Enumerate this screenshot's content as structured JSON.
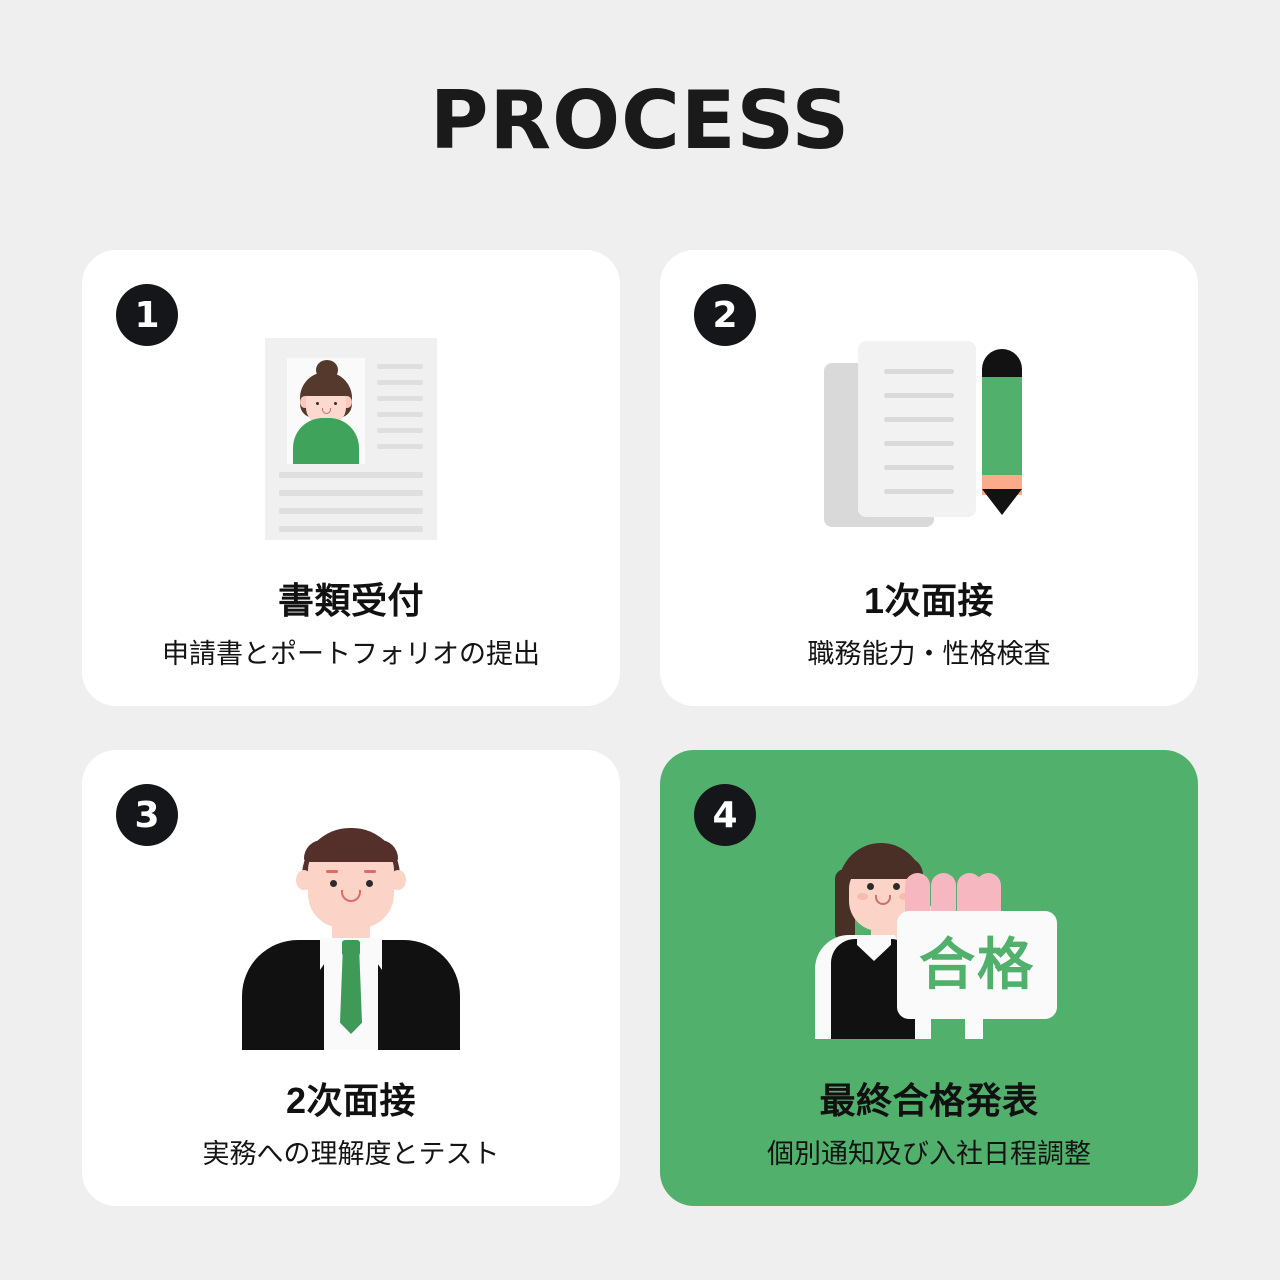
{
  "page": {
    "title": "PROCESS",
    "background_color": "#EFEFEF",
    "accent_color": "#51B06C",
    "badge_color": "#15161A"
  },
  "cards": [
    {
      "number": "1",
      "title": "書類受付",
      "subtitle": "申請書とポートフォリオの提出",
      "illustration": "resume-document-icon",
      "highlighted": false
    },
    {
      "number": "2",
      "title": "1次面接",
      "subtitle": "職務能力・性格検査",
      "illustration": "documents-pencil-icon",
      "highlighted": false
    },
    {
      "number": "3",
      "title": "2次面接",
      "subtitle": "実務への理解度とテスト",
      "illustration": "man-in-suit-icon",
      "highlighted": false
    },
    {
      "number": "4",
      "title": "最終合格発表",
      "subtitle": "個別通知及び入社日程調整",
      "illustration": "person-with-pass-sign-icon",
      "sign_text": "合格",
      "highlighted": true
    }
  ]
}
